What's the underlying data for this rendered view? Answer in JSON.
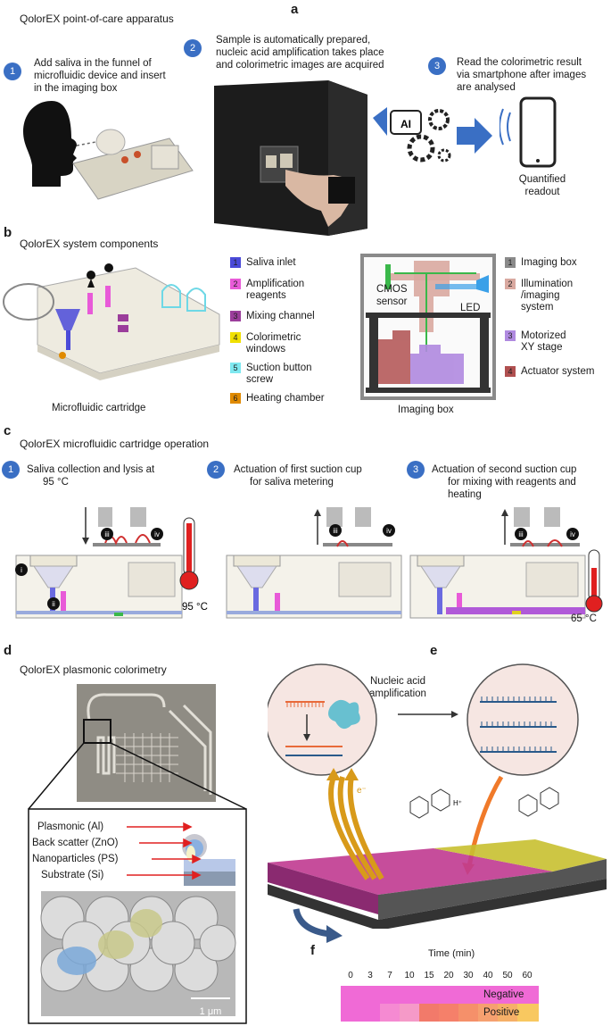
{
  "panel_a": {
    "letter": "a",
    "title": "QolorEX point-of-care apparatus",
    "steps": [
      {
        "num": "1",
        "text": [
          "Add saliva in the funnel of",
          "microfluidic device and insert",
          "in the imaging box"
        ]
      },
      {
        "num": "2",
        "text": [
          "Sample is automatically prepared,",
          "nucleic acid amplification takes place",
          "and colorimetric images are acquired"
        ]
      },
      {
        "num": "3",
        "text": [
          "Read the colorimetric result",
          "via smartphone after images",
          "are analysed"
        ]
      }
    ],
    "ai_label": "AI",
    "readout": [
      "Quantified",
      "readout"
    ]
  },
  "panel_b": {
    "letter": "b",
    "title": "QolorEX system components",
    "cartridge_caption": "Microfluidic cartridge",
    "legend_left": [
      {
        "num": "1",
        "label": [
          "Saliva inlet"
        ],
        "color": "#4a4ad8"
      },
      {
        "num": "2",
        "label": [
          "Amplification",
          "reagents"
        ],
        "color": "#e85ad8"
      },
      {
        "num": "3",
        "label": [
          "Mixing channel"
        ],
        "color": "#9b3d9b"
      },
      {
        "num": "4",
        "label": [
          "Colorimetric",
          "windows"
        ],
        "color": "#f0e000"
      },
      {
        "num": "5",
        "label": [
          "Suction button",
          "screw"
        ],
        "color": "#7ee8f0"
      },
      {
        "num": "6",
        "label": [
          "Heating chamber"
        ],
        "color": "#e08a00"
      }
    ],
    "legend_right": [
      {
        "num": "1",
        "label": [
          "Imaging box"
        ],
        "color": "#8a8a8a"
      },
      {
        "num": "2",
        "label": [
          "Illumination",
          "/imaging",
          "system"
        ],
        "color": "#d9a9a0"
      },
      {
        "num": "3",
        "label": [
          "Motorized",
          "XY stage"
        ],
        "color": "#b08ae0"
      },
      {
        "num": "4",
        "label": [
          "Actuator system"
        ],
        "color": "#b05050"
      }
    ],
    "imaging_caption": "Imaging box",
    "cmos_label": [
      "CMOS",
      "sensor"
    ],
    "led_label": "LED"
  },
  "panel_c": {
    "letter": "c",
    "title": "QolorEX microfluidic cartridge operation",
    "steps": [
      {
        "num": "1",
        "text": [
          "Saliva collection and lysis at",
          "95 °C"
        ]
      },
      {
        "num": "2",
        "text": [
          "Actuation of first suction cup",
          "for saliva metering"
        ]
      },
      {
        "num": "3",
        "text": [
          "Actuation of second suction cup",
          "for mixing with reagents and",
          "heating"
        ]
      }
    ],
    "temp_1": "95 °C",
    "temp_2": "65 °C",
    "markers": [
      "i",
      "ii",
      "iii",
      "iv"
    ]
  },
  "panel_d": {
    "letter": "d",
    "title": "QolorEX plasmonic colorimetry",
    "layers": [
      "Plasmonic (Al)",
      "Back scatter (ZnO)",
      "Nanoparticles (PS)",
      "Substrate (Si)"
    ],
    "scale_bar": "1 μm"
  },
  "panel_e": {
    "letter": "e",
    "arrow_label": [
      "Nucleic acid",
      "amplification"
    ],
    "electron": "e⁻",
    "proton": "H⁺"
  },
  "panel_f": {
    "letter": "f",
    "axis_title": "Time (min)",
    "colors": {
      "negative": "#f47ad8",
      "positive_start": "#f47ad8",
      "positive_end": "#f7c060"
    }
  },
  "chart_data": {
    "type": "heatmap",
    "title": "",
    "xlabel": "Time (min)",
    "categories": [
      "0",
      "3",
      "7",
      "10",
      "15",
      "20",
      "30",
      "40",
      "50",
      "60"
    ],
    "rows": [
      "Negative",
      "Positive"
    ],
    "colors": [
      [
        "#f06ad6",
        "#f06ad6",
        "#f06ad6",
        "#f06ad6",
        "#f06ad6",
        "#f06ad6",
        "#f06ad6",
        "#f06ad6",
        "#f06ad6",
        "#f06ad6"
      ],
      [
        "#f06ad6",
        "#f06ad6",
        "#f58ad2",
        "#f59ac8",
        "#f27a6a",
        "#f5806a",
        "#f5906a",
        "#f6a070",
        "#f6b068",
        "#f8c860"
      ]
    ]
  }
}
